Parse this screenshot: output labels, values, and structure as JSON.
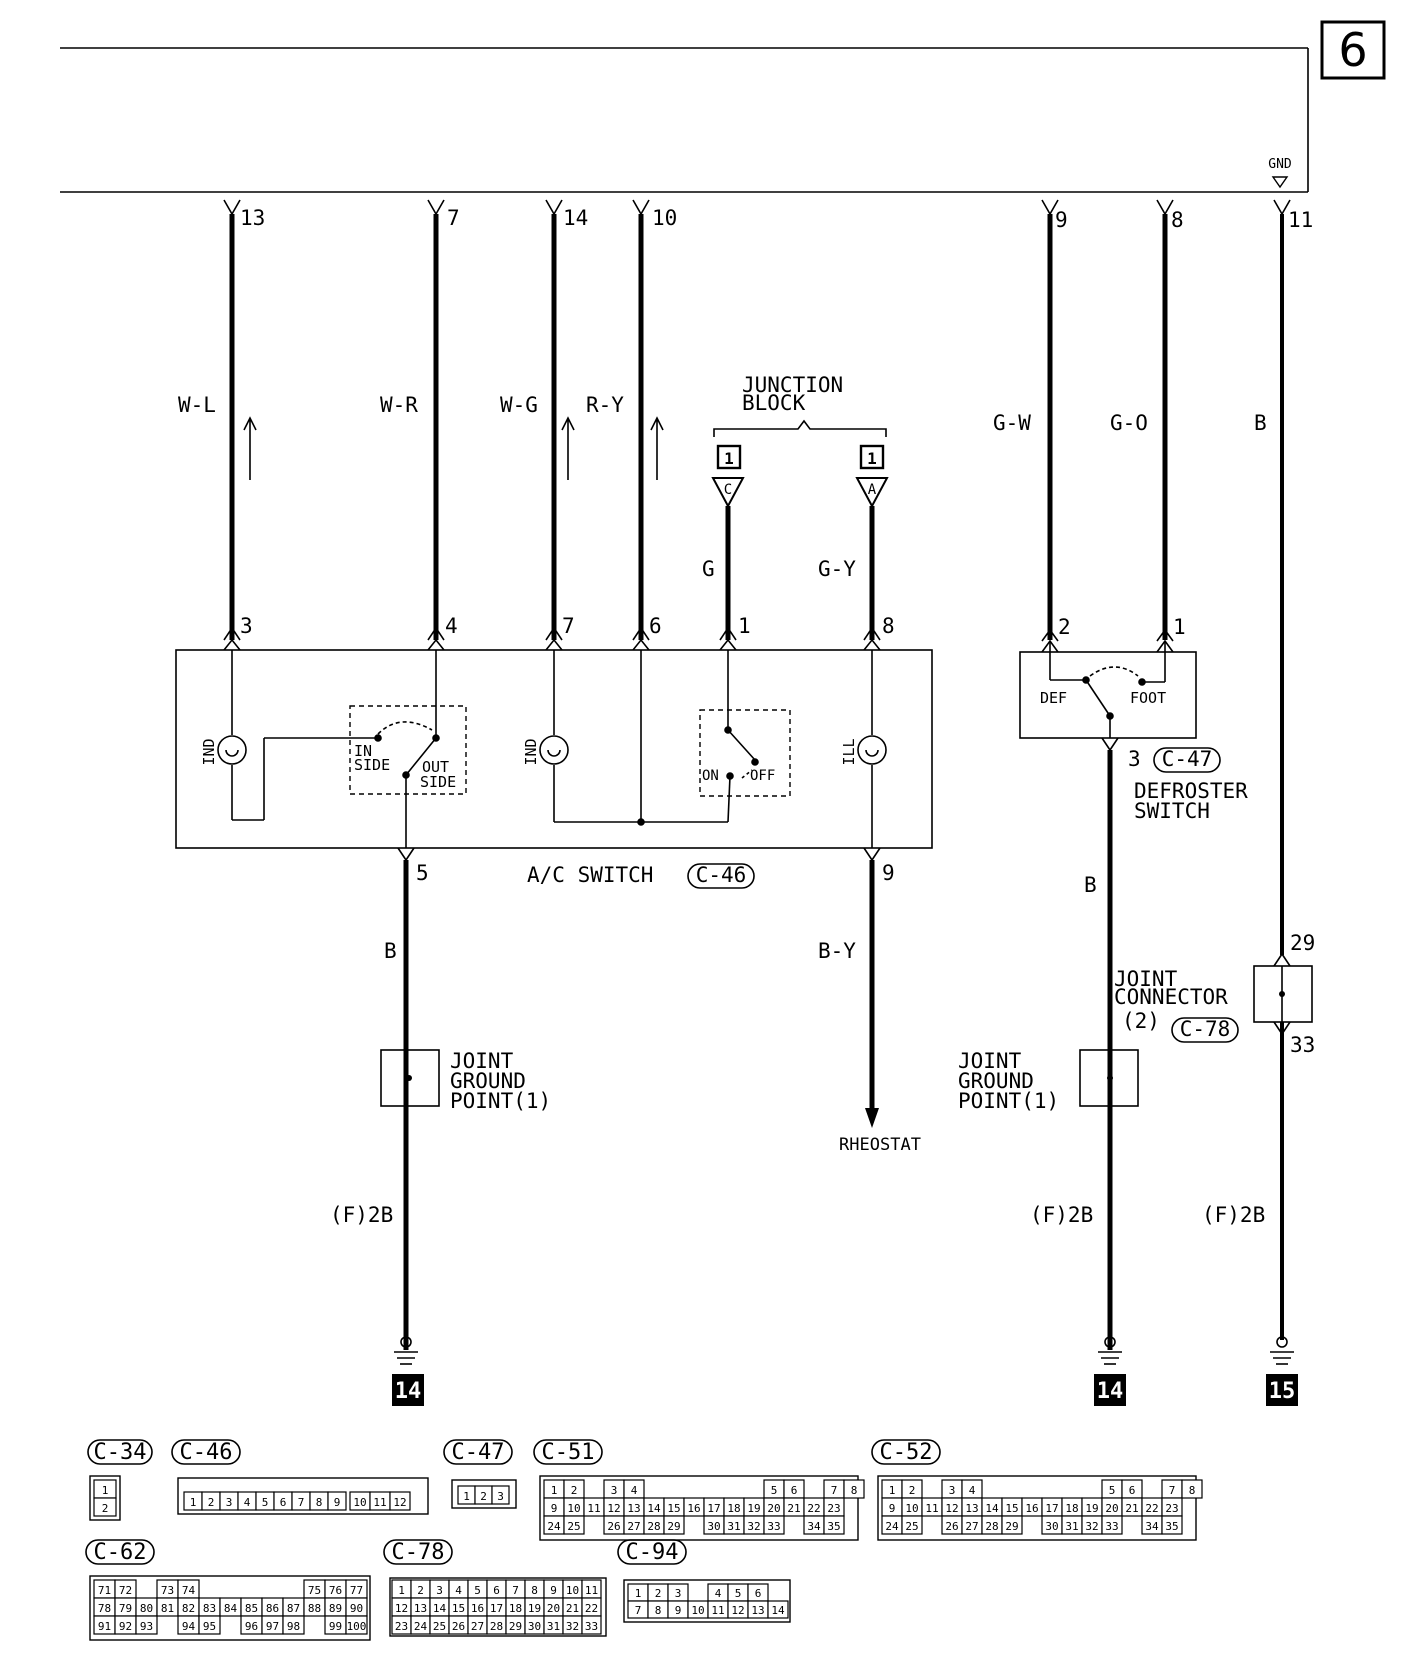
{
  "page_number": "6",
  "gnd_label": "GND",
  "top_pins": {
    "p13": "13",
    "p7": "7",
    "p14": "14",
    "p10": "10",
    "p9": "9",
    "p8": "8",
    "p11": "11"
  },
  "wire_colors": {
    "wl": "W-L",
    "wr": "W-R",
    "wg": "W-G",
    "ry": "R-Y",
    "g": "G",
    "gy": "G-Y",
    "gw": "G-W",
    "go": "G-O",
    "b_right": "B",
    "b_left": "B",
    "by": "B-Y",
    "b_defrost": "B"
  },
  "junction_block": {
    "line1": "JUNCTION",
    "line2": "BLOCK",
    "num_c": "1",
    "num_a": "1",
    "term_c": "C",
    "term_a": "A"
  },
  "ac_switch": {
    "label": "A/C SWITCH",
    "connector": "C-46",
    "pins": {
      "p3": "3",
      "p4": "4",
      "p7": "7",
      "p6": "6",
      "p1": "1",
      "p8": "8",
      "p5": "5",
      "p9": "9"
    },
    "ind1": "IND",
    "ind2": "IND",
    "ill": "ILL",
    "inside_1": "IN",
    "inside_2": "SIDE",
    "outside_1": "OUT",
    "outside_2": "SIDE",
    "on": "ON",
    "off": "OFF"
  },
  "defroster": {
    "label1": "DEFROSTER",
    "label2": "SWITCH",
    "connector": "C-47",
    "pins": {
      "p2": "2",
      "p1": "1",
      "p3": "3"
    },
    "def": "DEF",
    "foot": "FOOT"
  },
  "joint_ground_left": {
    "l1": "JOINT",
    "l2": "GROUND",
    "l3": "POINT(1)"
  },
  "joint_ground_right": {
    "l1": "JOINT",
    "l2": "GROUND",
    "l3": "POINT(1)"
  },
  "joint_connector": {
    "l1": "JOINT",
    "l2": "CONNECTOR",
    "l3": "(2)",
    "connector": "C-78",
    "pin_in": "29",
    "pin_out": "33"
  },
  "rheostat": "RHEOSTAT",
  "harness": {
    "left": "(F)2B",
    "mid": "(F)2B",
    "right": "(F)2B"
  },
  "grounds": {
    "g1": "14",
    "g2": "14",
    "g3": "15"
  },
  "connectors": {
    "c34": {
      "name": "C-34",
      "pins": [
        "1",
        "2"
      ]
    },
    "c46": {
      "name": "C-46",
      "pins": [
        "1",
        "2",
        "3",
        "4",
        "5",
        "6",
        "7",
        "8",
        "9",
        "10",
        "11",
        "12"
      ]
    },
    "c47": {
      "name": "C-47",
      "pins": [
        "1",
        "2",
        "3"
      ]
    },
    "c51": {
      "name": "C-51",
      "rows": [
        [
          "1",
          "2",
          "",
          "3",
          "4",
          "",
          "",
          "",
          "",
          "",
          "",
          "5",
          "6",
          "",
          "7",
          "8"
        ],
        [
          "9",
          "10",
          "11",
          "12",
          "13",
          "14",
          "15",
          "16",
          "17",
          "18",
          "19",
          "20",
          "21",
          "22",
          "23"
        ],
        [
          "24",
          "25",
          "",
          "26",
          "27",
          "28",
          "29",
          "",
          "30",
          "31",
          "32",
          "33",
          "",
          "34",
          "35"
        ]
      ]
    },
    "c52": {
      "name": "C-52",
      "rows": [
        [
          "1",
          "2",
          "",
          "3",
          "4",
          "",
          "",
          "",
          "",
          "",
          "",
          "5",
          "6",
          "",
          "7",
          "8"
        ],
        [
          "9",
          "10",
          "11",
          "12",
          "13",
          "14",
          "15",
          "16",
          "17",
          "18",
          "19",
          "20",
          "21",
          "22",
          "23"
        ],
        [
          "24",
          "25",
          "",
          "26",
          "27",
          "28",
          "29",
          "",
          "30",
          "31",
          "32",
          "33",
          "",
          "34",
          "35"
        ]
      ]
    },
    "c62": {
      "name": "C-62",
      "rows": [
        [
          "71",
          "72",
          "",
          "73",
          "74",
          "",
          "",
          "",
          "",
          "",
          "75",
          "76",
          "77"
        ],
        [
          "78",
          "79",
          "80",
          "81",
          "82",
          "83",
          "84",
          "85",
          "86",
          "87",
          "88",
          "89",
          "90"
        ],
        [
          "91",
          "92",
          "93",
          "",
          "94",
          "95",
          "",
          "96",
          "97",
          "98",
          "",
          "99",
          "100"
        ]
      ]
    },
    "c78": {
      "name": "C-78",
      "rows": [
        [
          "1",
          "2",
          "3",
          "4",
          "5",
          "6",
          "7",
          "8",
          "9",
          "10",
          "11"
        ],
        [
          "12",
          "13",
          "14",
          "15",
          "16",
          "17",
          "18",
          "19",
          "20",
          "21",
          "22"
        ],
        [
          "23",
          "24",
          "25",
          "26",
          "27",
          "28",
          "29",
          "30",
          "31",
          "32",
          "33"
        ]
      ]
    },
    "c94": {
      "name": "C-94",
      "rows": [
        [
          "1",
          "2",
          "3",
          "",
          "4",
          "5",
          "6"
        ],
        [
          "7",
          "8",
          "9",
          "10",
          "11",
          "12",
          "13",
          "14"
        ]
      ]
    }
  }
}
